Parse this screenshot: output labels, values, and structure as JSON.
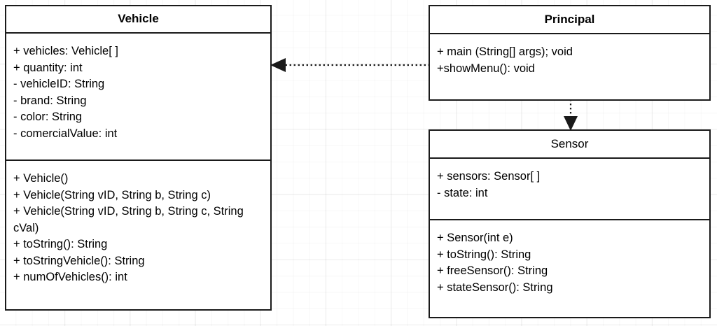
{
  "diagram": {
    "type": "uml-class-diagram",
    "background": "#ffffff",
    "grid_color": "#ededed",
    "line_color": "#1a1a1a"
  },
  "classes": {
    "vehicle": {
      "name": "Vehicle",
      "attributes": [
        "+ vehicles: Vehicle[ ]",
        "+ quantity: int",
        "- vehicleID: String",
        "- brand: String",
        "- color: String",
        "- comercialValue: int"
      ],
      "operations": [
        "+ Vehicle()",
        "+ Vehicle(String vID, String b, String c)",
        "+ Vehicle(String vID, String b, String c, String cVal)",
        "+ toString(): String",
        "+ toStringVehicle(): String",
        "+ numOfVehicles(): int"
      ]
    },
    "principal": {
      "name": "Principal",
      "operations": [
        "+ main (String[] args); void",
        "+showMenu(): void"
      ]
    },
    "sensor": {
      "name": "Sensor",
      "attributes": [
        "+ sensors: Sensor[ ]",
        "- state: int"
      ],
      "operations": [
        "+ Sensor(int e)",
        "+ toString(): String",
        "+ freeSensor(): String",
        "+ stateSensor(): String"
      ]
    }
  },
  "relationships": [
    {
      "id": "principal-to-vehicle",
      "kind": "dependency",
      "style": "dotted",
      "arrowhead": "filled-triangle",
      "from": "Principal",
      "to": "Vehicle",
      "direction": "left"
    },
    {
      "id": "principal-to-sensor",
      "kind": "dependency",
      "style": "dotted",
      "arrowhead": "filled-triangle",
      "from": "Principal",
      "to": "Sensor",
      "direction": "down"
    }
  ]
}
